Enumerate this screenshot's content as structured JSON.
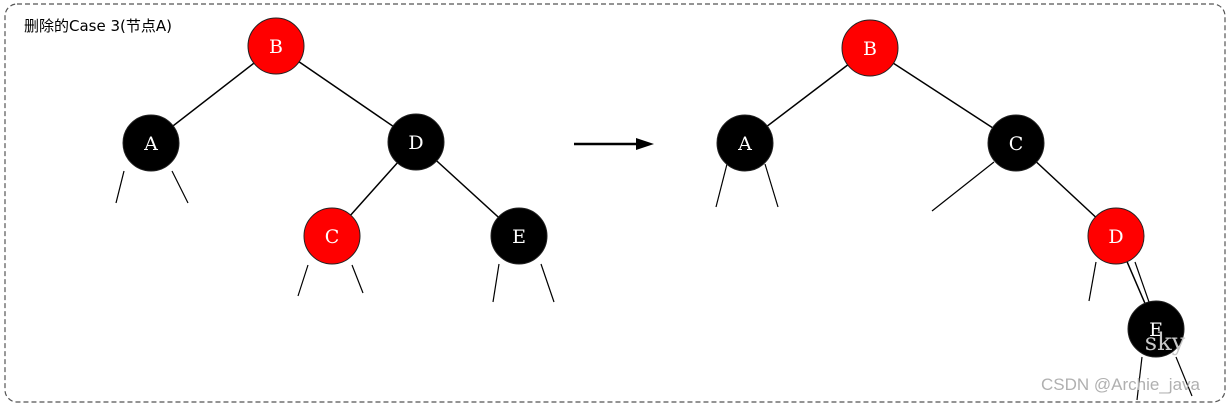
{
  "title": "删除的Case 3(节点A)",
  "watermark": "CSDN @Archie_java",
  "watermark_small": "sky",
  "colors": {
    "red": "#ff0000",
    "black": "#000000",
    "edge": "#000000",
    "label_on_red": "#ffffff",
    "label_on_black": "#ffffff",
    "border": "#555555"
  },
  "trees": [
    {
      "name": "before",
      "nodes": [
        {
          "id": "B",
          "label": "B",
          "color": "red"
        },
        {
          "id": "A",
          "label": "A",
          "color": "black"
        },
        {
          "id": "D",
          "label": "D",
          "color": "black"
        },
        {
          "id": "C",
          "label": "C",
          "color": "red"
        },
        {
          "id": "E",
          "label": "E",
          "color": "black"
        }
      ],
      "edges": [
        [
          "B",
          "A"
        ],
        [
          "B",
          "D"
        ],
        [
          "D",
          "C"
        ],
        [
          "D",
          "E"
        ]
      ]
    },
    {
      "name": "after",
      "nodes": [
        {
          "id": "B",
          "label": "B",
          "color": "red"
        },
        {
          "id": "A",
          "label": "A",
          "color": "black"
        },
        {
          "id": "C",
          "label": "C",
          "color": "black"
        },
        {
          "id": "D",
          "label": "D",
          "color": "red"
        },
        {
          "id": "E",
          "label": "E",
          "color": "black"
        }
      ],
      "edges": [
        [
          "B",
          "A"
        ],
        [
          "B",
          "C"
        ],
        [
          "C",
          "D"
        ],
        [
          "D",
          "E"
        ]
      ]
    }
  ]
}
